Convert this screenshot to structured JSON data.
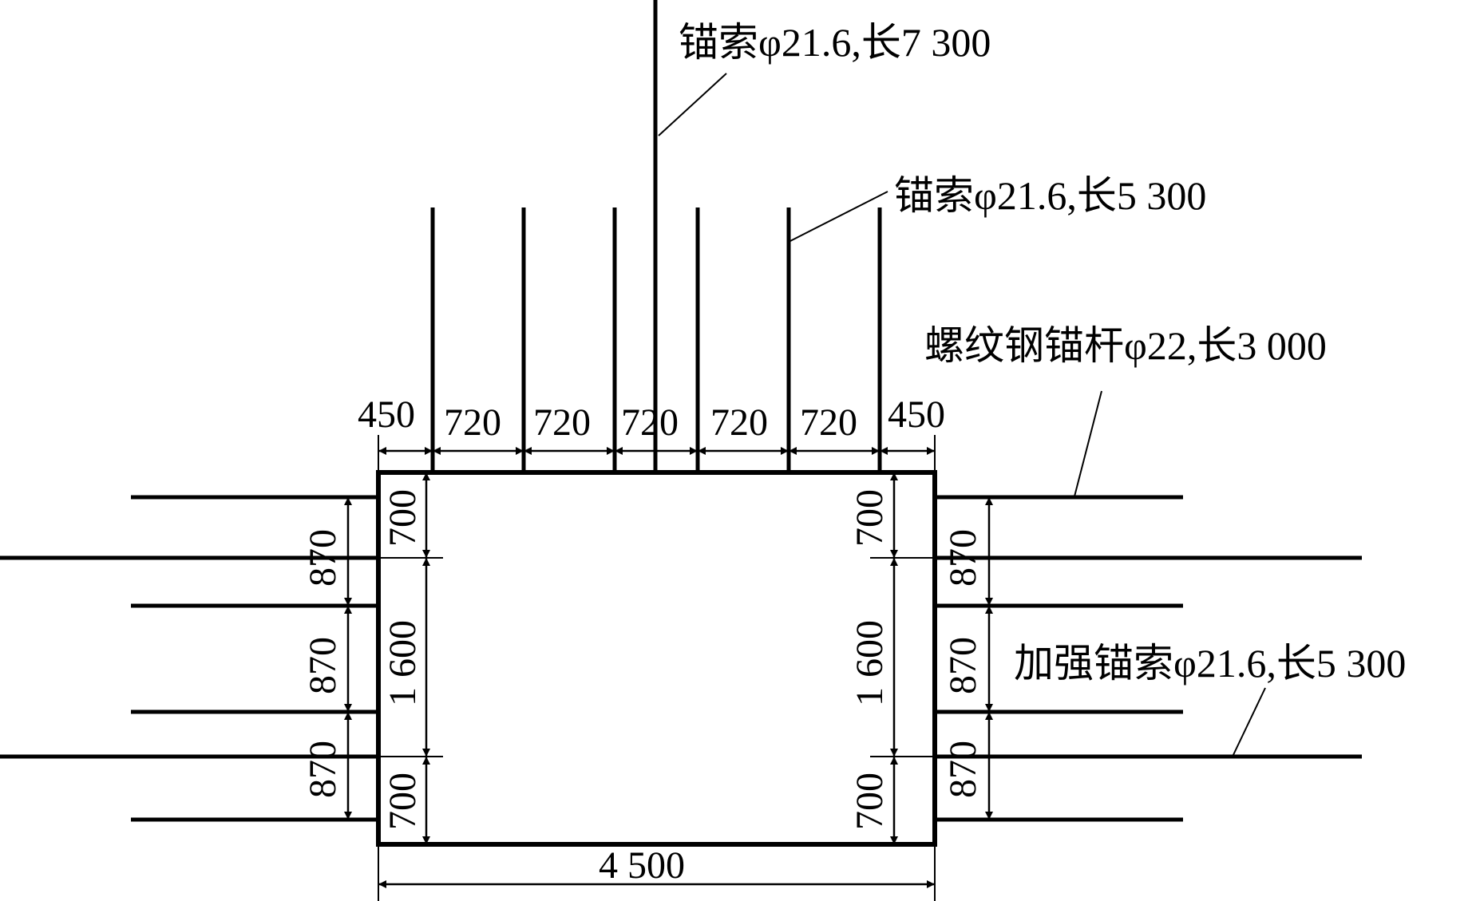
{
  "diagram": {
    "type": "roadway support layout",
    "labels": {
      "long_cable": "锚索φ21.6,长7 300",
      "roof_cable": "锚索φ21.6,长5 300",
      "rebar_bolt": "螺纹钢锚杆φ22,长3 000",
      "reinforce_cable": "加强锚索φ21.6,长5 300"
    },
    "top_dims": [
      "450",
      "720",
      "720",
      "720",
      "720",
      "720",
      "450"
    ],
    "width_dim": "4 500",
    "left_inner_dims": [
      "700",
      "1 600",
      "700"
    ],
    "left_outer_dims": [
      "870",
      "870",
      "870"
    ],
    "right_inner_dims": [
      "700",
      "1 600",
      "700"
    ],
    "right_outer_dims": [
      "870",
      "870",
      "870"
    ],
    "colors": {
      "line": "#000000",
      "background": "#ffffff"
    }
  }
}
